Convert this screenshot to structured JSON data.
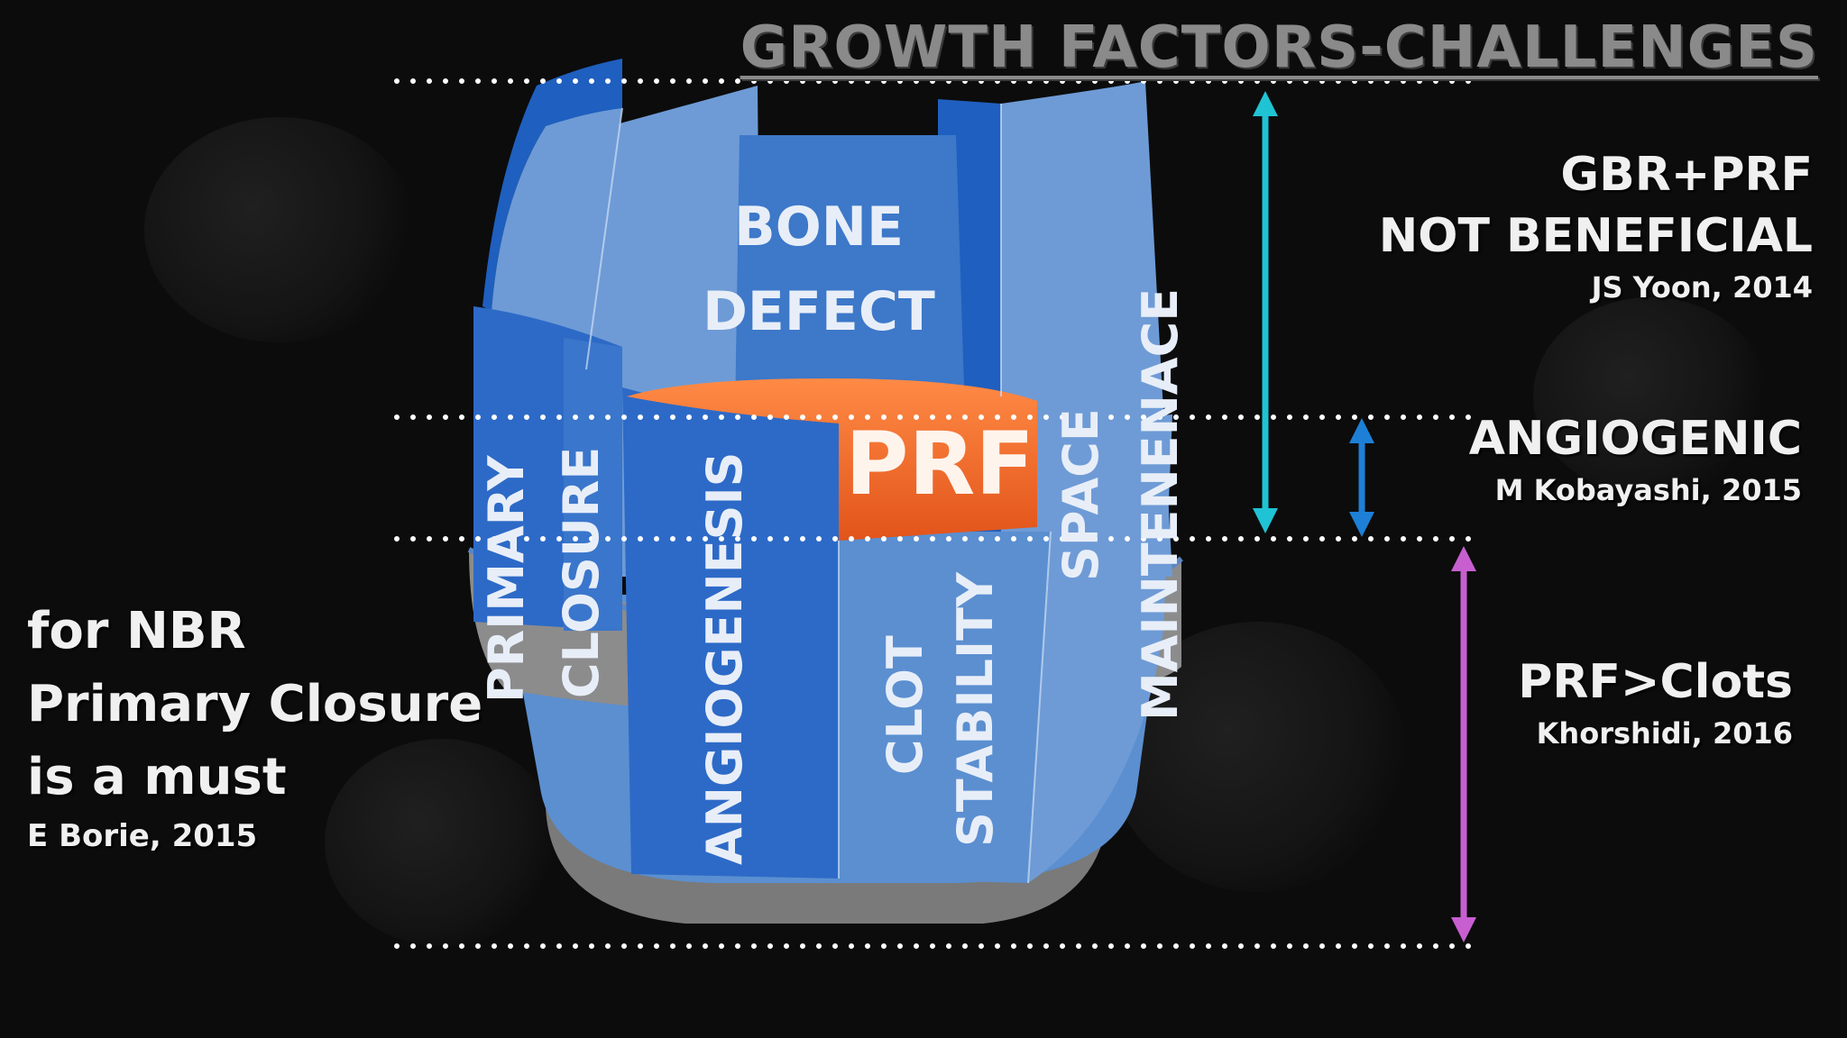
{
  "title": "GROWTH FACTORS-CHALLENGES",
  "barrel": {
    "top_label_line1": "BONE",
    "top_label_line2": "DEFECT",
    "center_label": "PRF",
    "staves": {
      "primary": "PRIMARY",
      "closure": "CLOSURE",
      "angiogenesis": "ANGIOGENESIS",
      "clot": "CLOT",
      "stability": "STABILITY",
      "space": "SPACE",
      "maintenance": "MAINTENENACE"
    }
  },
  "notes": {
    "gbr": {
      "line1": "GBR+PRF",
      "line2": "NOT BENEFICIAL",
      "citation": "JS Yoon, 2014"
    },
    "angiogenic": {
      "line1": "ANGIOGENIC",
      "citation": "M Kobayashi, 2015"
    },
    "prf_clots": {
      "line1": "PRF>Clots",
      "citation": "Khorshidi, 2016"
    },
    "nbr": {
      "line1": "for NBR",
      "line2": "Primary Closure",
      "line3": "is a must",
      "citation": "E Borie, 2015"
    }
  },
  "colors": {
    "cyan_arrow": "#1fc3d4",
    "blue_arrow": "#1e7fd6",
    "magenta_arrow": "#c75fd0",
    "prf_orange": "#f26a2a",
    "barrel_light": "#5b8fd0",
    "barrel_dark": "#1f5fbf",
    "band_gray": "#8c8c8c"
  }
}
